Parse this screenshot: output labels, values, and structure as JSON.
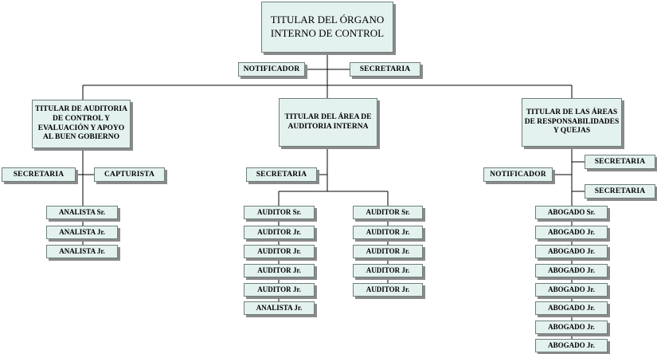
{
  "org_chart": {
    "top": {
      "title": "TITULAR DEL ÓRGANO\nINTERNO DE CONTROL"
    },
    "top_staff": {
      "notificador": "NOTIFICADOR",
      "secretaria": "SECRETARIA"
    },
    "areas": {
      "auditoria_control": {
        "title": "TITULAR DE AUDITORIA\nDE CONTROL Y\nEVALUACIÓN Y APOYO\nAL BUEN GOBIERNO",
        "secretaria": "SECRETARIA",
        "capturista": "CAPTURISTA",
        "staff": [
          "ANALISTA Sr.",
          "ANALISTA Jr.",
          "ANALISTA Jr."
        ]
      },
      "auditoria_interna": {
        "title": "TITULAR DEL ÁREA DE\nAUDITORIA INTERNA",
        "secretaria": "SECRETARIA",
        "left_column": [
          "AUDITOR Sr.",
          "AUDITOR Jr.",
          "AUDITOR Jr.",
          "AUDITOR Jr.",
          "AUDITOR Jr.",
          "ANALISTA Jr."
        ],
        "right_column": [
          "AUDITOR Sr.",
          "AUDITOR Jr.",
          "AUDITOR Jr.",
          "AUDITOR Jr.",
          "AUDITOR Jr."
        ]
      },
      "responsabilidades": {
        "title": "TITULAR DE LAS ÁREAS\nDE RESPONSABILIDADES\nY QUEJAS",
        "notificador": "NOTIFICADOR",
        "secretaria_1": "SECRETARIA",
        "secretaria_2": "SECRETARIA",
        "staff": [
          "ABOGADO Sr.",
          "ABOGADO Jr.",
          "ABOGADO Jr.",
          "ABOGADO Jr.",
          "ABOGADO Jr.",
          "ABOGADO Jr.",
          "ABOGADO Jr.",
          "ABOGADO Jr."
        ]
      }
    }
  }
}
